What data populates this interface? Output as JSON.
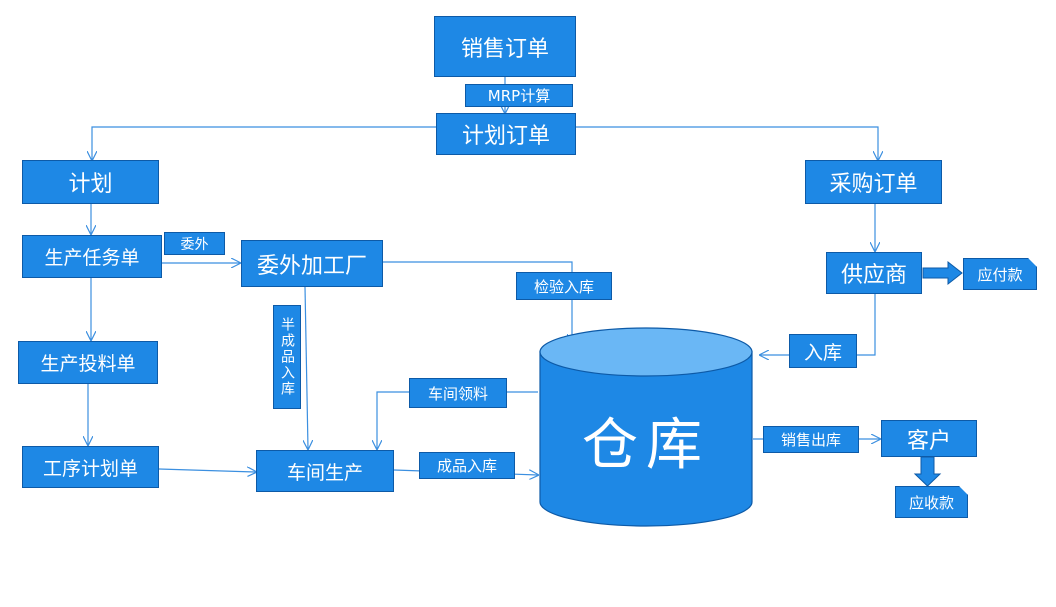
{
  "colors": {
    "box_fill": "#1e88e5",
    "box_border": "#0d5aa7",
    "arrow": "#3b8fe0",
    "cylinder_body": "#1e88e5",
    "cylinder_top": "#6ab7f5",
    "text": "#ffffff"
  },
  "nodes": {
    "sales_order": "销售订单",
    "mrp_calc": "MRP计算",
    "plan_order": "计划订单",
    "plan": "计划",
    "purchase_order": "采购订单",
    "production_task": "生产任务单",
    "outsource_label": "委外",
    "outsource_factory": "委外加工厂",
    "inspection_stock_in": "检验入库",
    "supplier": "供应商",
    "payable": "应付款",
    "stock_in": "入库",
    "production_feed": "生产投料单",
    "semi_finished_stock_in": "半成品入库",
    "workshop_picking": "车间领料",
    "warehouse": "仓库",
    "sales_out": "销售出库",
    "customer": "客户",
    "process_plan": "工序计划单",
    "workshop_production": "车间生产",
    "finished_stock_in": "成品入库",
    "receivable": "应收款"
  }
}
